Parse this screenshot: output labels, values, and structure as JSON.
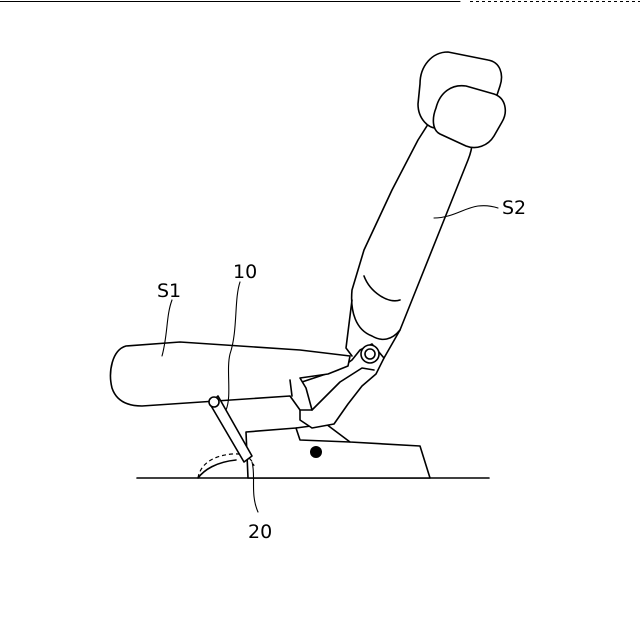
{
  "labels": {
    "seat_cushion": "S1",
    "seat_back": "S2",
    "lever": "10",
    "lock_member": "20"
  }
}
